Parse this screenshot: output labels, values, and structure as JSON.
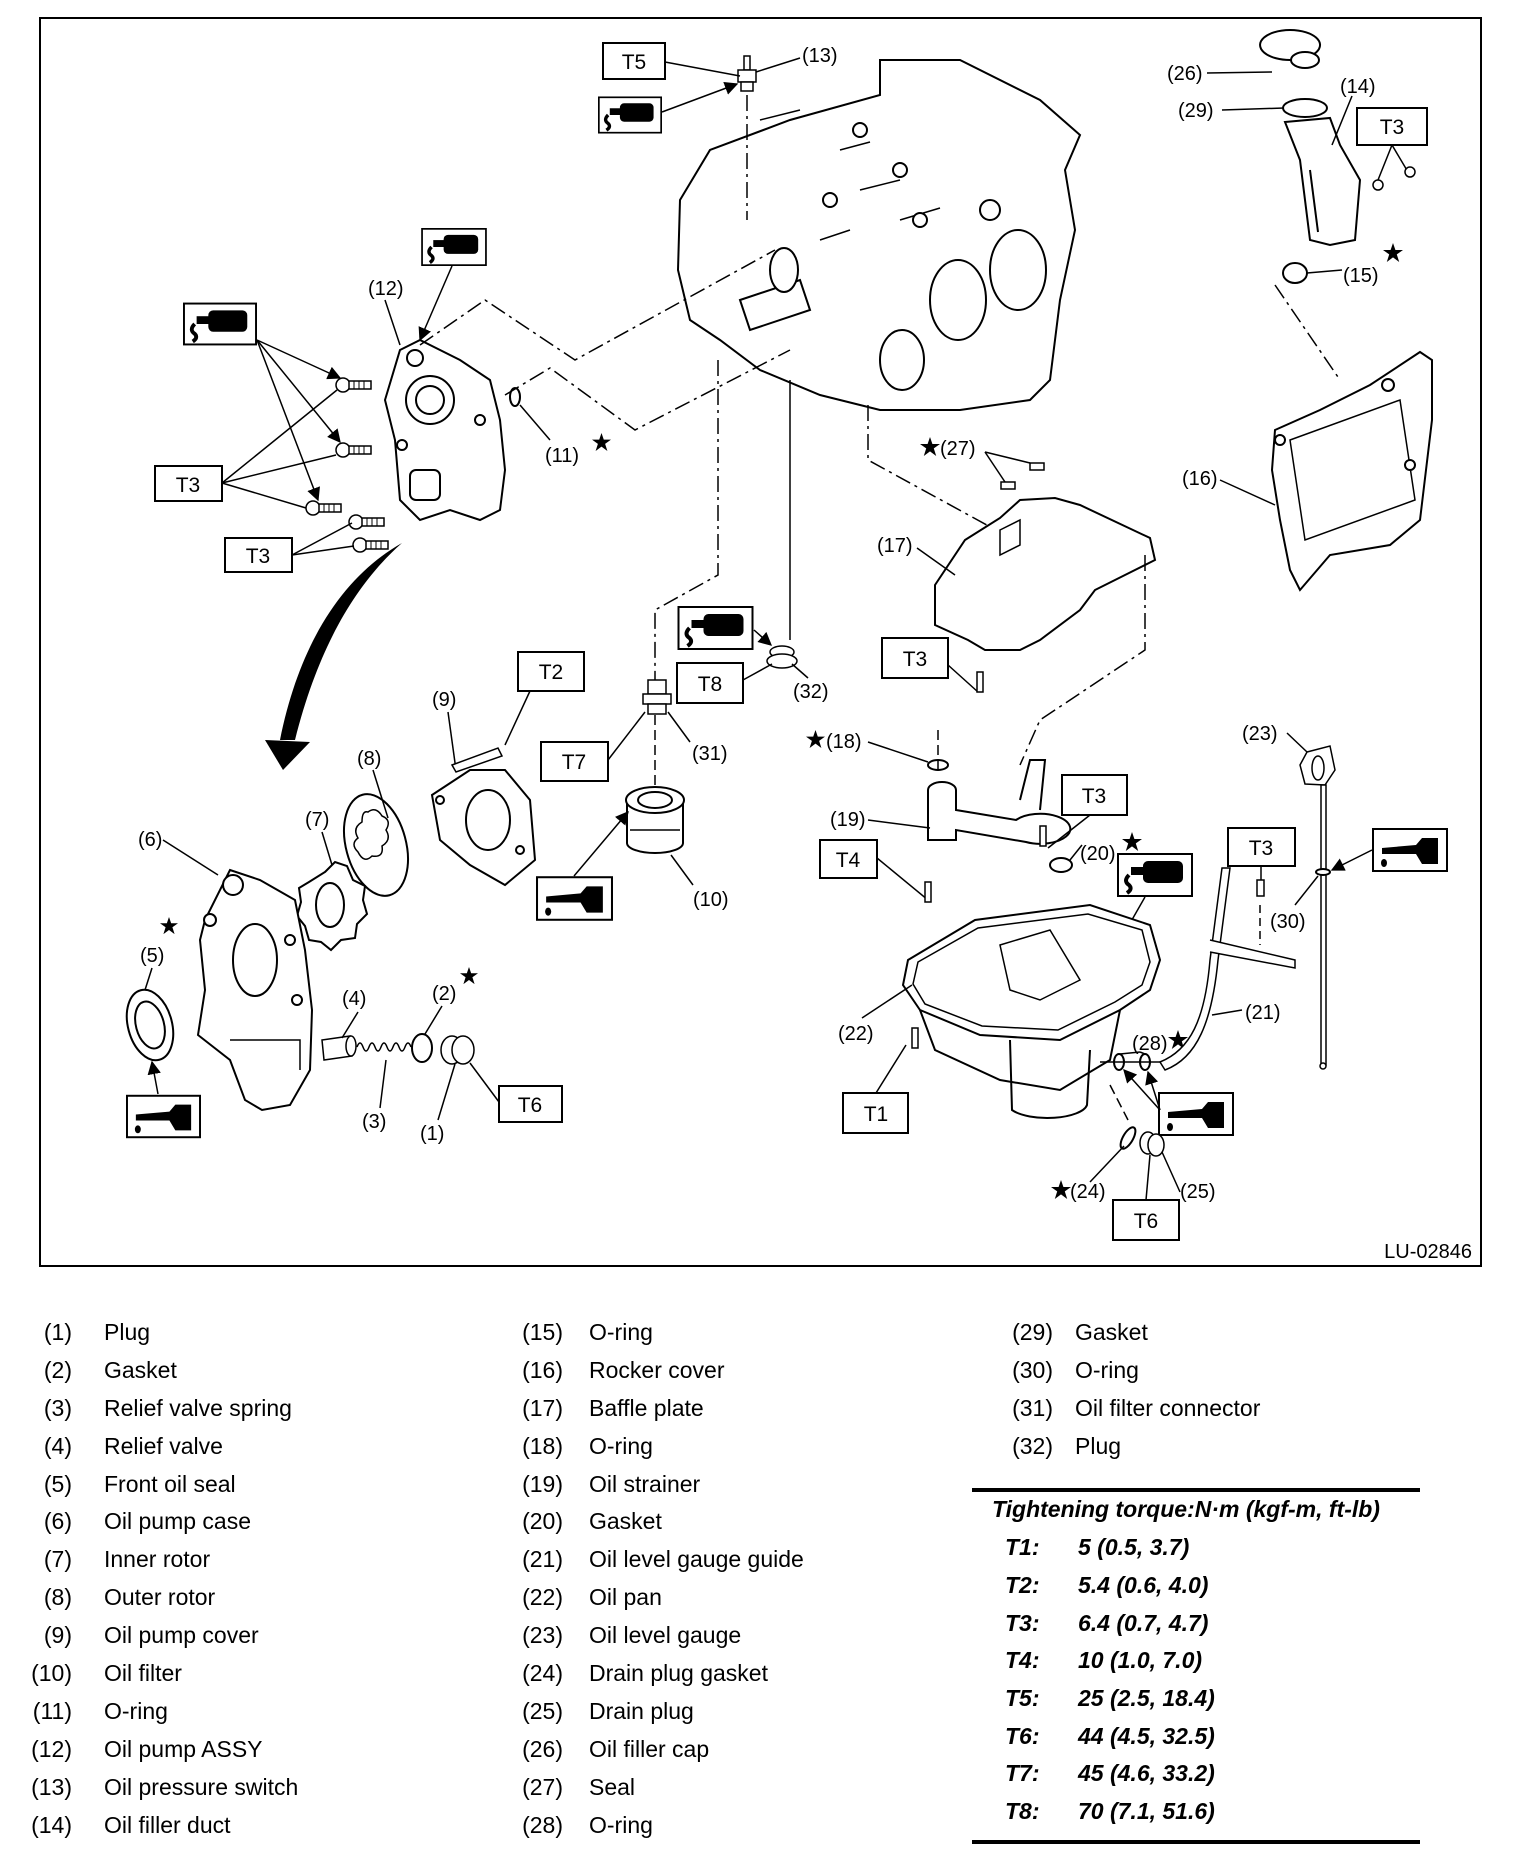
{
  "figure": {
    "id_code": "LU-02846",
    "callouts": [
      {
        "id": "1",
        "text": "(1)"
      },
      {
        "id": "2",
        "text": "(2)"
      },
      {
        "id": "3",
        "text": "(3)"
      },
      {
        "id": "4",
        "text": "(4)"
      },
      {
        "id": "5",
        "text": "(5)"
      },
      {
        "id": "6",
        "text": "(6)"
      },
      {
        "id": "7",
        "text": "(7)"
      },
      {
        "id": "8",
        "text": "(8)"
      },
      {
        "id": "9",
        "text": "(9)"
      },
      {
        "id": "10",
        "text": "(10)"
      },
      {
        "id": "11",
        "text": "(11)"
      },
      {
        "id": "12",
        "text": "(12)"
      },
      {
        "id": "13",
        "text": "(13)"
      },
      {
        "id": "14",
        "text": "(14)"
      },
      {
        "id": "15",
        "text": "(15)"
      },
      {
        "id": "16",
        "text": "(16)"
      },
      {
        "id": "17",
        "text": "(17)"
      },
      {
        "id": "18",
        "text": "(18)"
      },
      {
        "id": "19",
        "text": "(19)"
      },
      {
        "id": "20",
        "text": "(20)"
      },
      {
        "id": "21",
        "text": "(21)"
      },
      {
        "id": "22",
        "text": "(22)"
      },
      {
        "id": "23",
        "text": "(23)"
      },
      {
        "id": "24",
        "text": "(24)"
      },
      {
        "id": "25",
        "text": "(25)"
      },
      {
        "id": "26",
        "text": "(26)"
      },
      {
        "id": "27",
        "text": "(27)"
      },
      {
        "id": "28",
        "text": "(28)"
      },
      {
        "id": "29",
        "text": "(29)"
      },
      {
        "id": "30",
        "text": "(30)"
      },
      {
        "id": "31",
        "text": "(31)"
      },
      {
        "id": "32",
        "text": "(32)"
      }
    ],
    "torque_boxes": {
      "t5_top": "T5",
      "t3_pump_upper": "T3",
      "t3_pump_lower": "T3",
      "t3_filler_duct": "T3",
      "t3_baffle": "T3",
      "t8_plug": "T8",
      "t7_connector": "T7",
      "t2_cover": "T2",
      "t6_relief_plug": "T6",
      "t4_strainer": "T4",
      "t3_strainer": "T3",
      "t1_oil_pan": "T1",
      "t6_drain": "T6",
      "t3_gauge_guide": "T3"
    },
    "legend_symbols": {
      "star": "★",
      "sealant_icon": "liquid-gasket-icon",
      "oil_icon": "engine-oil-icon"
    }
  },
  "parts_list": {
    "col1": [
      {
        "num": "(1)",
        "name": "Plug"
      },
      {
        "num": "(2)",
        "name": "Gasket"
      },
      {
        "num": "(3)",
        "name": "Relief valve spring"
      },
      {
        "num": "(4)",
        "name": "Relief valve"
      },
      {
        "num": "(5)",
        "name": "Front oil seal"
      },
      {
        "num": "(6)",
        "name": "Oil pump case"
      },
      {
        "num": "(7)",
        "name": "Inner rotor"
      },
      {
        "num": "(8)",
        "name": "Outer rotor"
      },
      {
        "num": "(9)",
        "name": "Oil pump cover"
      },
      {
        "num": "(10)",
        "name": "Oil filter"
      },
      {
        "num": "(11)",
        "name": "O-ring"
      },
      {
        "num": "(12)",
        "name": "Oil pump ASSY"
      },
      {
        "num": "(13)",
        "name": "Oil pressure switch"
      },
      {
        "num": "(14)",
        "name": "Oil filler duct"
      }
    ],
    "col2": [
      {
        "num": "(15)",
        "name": "O-ring"
      },
      {
        "num": "(16)",
        "name": "Rocker cover"
      },
      {
        "num": "(17)",
        "name": "Baffle plate"
      },
      {
        "num": "(18)",
        "name": "O-ring"
      },
      {
        "num": "(19)",
        "name": "Oil strainer"
      },
      {
        "num": "(20)",
        "name": "Gasket"
      },
      {
        "num": "(21)",
        "name": "Oil level gauge guide"
      },
      {
        "num": "(22)",
        "name": "Oil pan"
      },
      {
        "num": "(23)",
        "name": "Oil level gauge"
      },
      {
        "num": "(24)",
        "name": "Drain plug gasket"
      },
      {
        "num": "(25)",
        "name": "Drain plug"
      },
      {
        "num": "(26)",
        "name": "Oil filler cap"
      },
      {
        "num": "(27)",
        "name": "Seal"
      },
      {
        "num": "(28)",
        "name": "O-ring"
      }
    ],
    "col3": [
      {
        "num": "(29)",
        "name": "Gasket"
      },
      {
        "num": "(30)",
        "name": "O-ring"
      },
      {
        "num": "(31)",
        "name": "Oil filter connector"
      },
      {
        "num": "(32)",
        "name": "Plug"
      }
    ]
  },
  "torque_table": {
    "title": "Tightening torque:N·m (kgf-m, ft-lb)",
    "rows": [
      {
        "key": "T1:",
        "value": "5 (0.5, 3.7)"
      },
      {
        "key": "T2:",
        "value": "5.4 (0.6, 4.0)"
      },
      {
        "key": "T3:",
        "value": "6.4 (0.7, 4.7)"
      },
      {
        "key": "T4:",
        "value": "10 (1.0, 7.0)"
      },
      {
        "key": "T5:",
        "value": "25 (2.5, 18.4)"
      },
      {
        "key": "T6:",
        "value": "44 (4.5, 32.5)"
      },
      {
        "key": "T7:",
        "value": "45 (4.6, 33.2)"
      },
      {
        "key": "T8:",
        "value": "70 (7.1, 51.6)"
      }
    ]
  }
}
